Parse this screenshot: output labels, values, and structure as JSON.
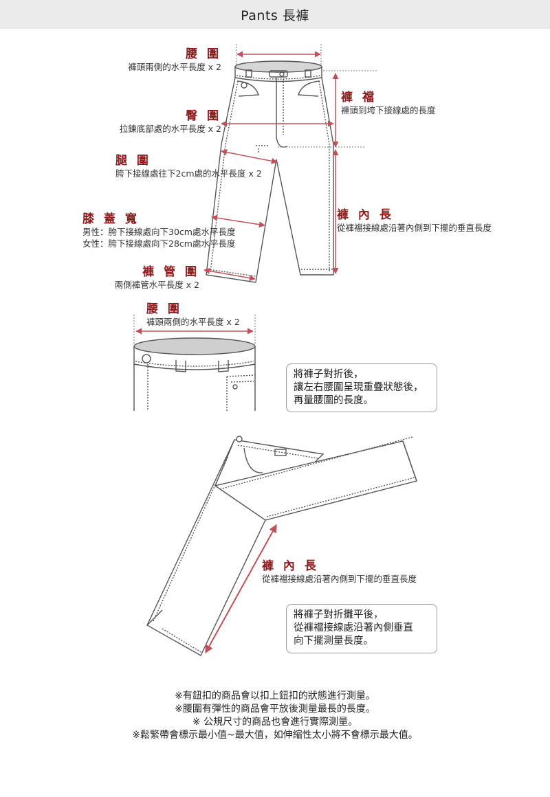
{
  "header": {
    "title": "Pants  長褲"
  },
  "top_figure": {
    "waist": {
      "title": "腰 圍",
      "desc": "褲頭兩側的水平長度 x 2"
    },
    "hip": {
      "title": "臀 圍",
      "desc": "拉鍊底部處的水平長度 x 2"
    },
    "thigh": {
      "title": "腿 圍",
      "desc": "胯下接線處往下2cm處的水平長度 x 2"
    },
    "knee": {
      "title": "膝 蓋 寬",
      "desc_male": "男性：胯下接線處向下30cm處水平長度",
      "desc_female": "女性：胯下接線處向下28cm處水平長度"
    },
    "hem": {
      "title": "褲 管 圍",
      "desc": "兩側褲管水平長度 x 2"
    },
    "rise": {
      "title": "褲 襠",
      "desc": "褲頭到垮下接線處的長度"
    },
    "inseam": {
      "title": "褲 內 長",
      "desc": "從褲襠接線處沿著內側到下擺的垂直長度"
    }
  },
  "waist_figure": {
    "title": "腰 圍",
    "desc": "褲頭兩側的水平長度 x 2",
    "note": [
      "將褲子對折後，",
      "讓左右腰圍呈現重疊狀態後，",
      "再量腰圍的長度。"
    ]
  },
  "inseam_figure": {
    "title": "褲 內 長",
    "desc": "從褲襠接線處沿著內側到下擺的垂直長度",
    "note": [
      "將褲子對折攤平後，",
      "從褲襠接線處沿著內側垂直",
      "向下擺測量長度。"
    ]
  },
  "footnotes": [
    "※有鈕扣的商品會以扣上鈕扣的狀態進行測量。",
    "※腰圍有彈性的商品會平放後測量最長的長度。",
    "※ 公規尺寸的商品也會進行實際測量。",
    "※鬆緊帶會標示最小值~最大值，如伸縮性太小將不會標示最大值。"
  ],
  "colors": {
    "accent": "#8b1a1a",
    "arrow": "#c0505a",
    "line": "#555555"
  }
}
